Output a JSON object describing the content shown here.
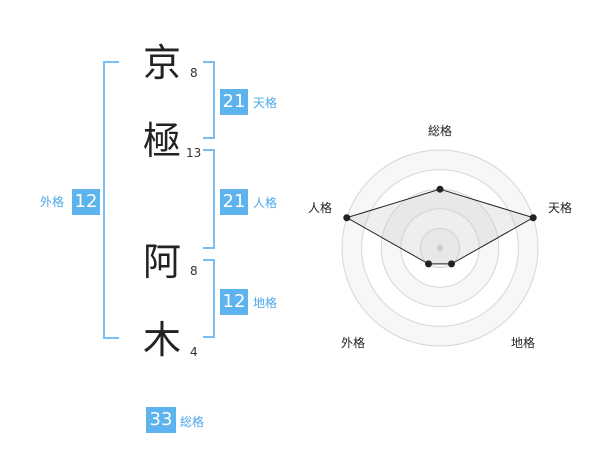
{
  "name": {
    "characters": [
      {
        "char": "京",
        "strokes": "8"
      },
      {
        "char": "極",
        "strokes": "13"
      },
      {
        "char": "阿",
        "strokes": "8"
      },
      {
        "char": "木",
        "strokes": "4"
      }
    ]
  },
  "fortune": {
    "ten": {
      "label": "天格",
      "value": "21"
    },
    "jin": {
      "label": "人格",
      "value": "21"
    },
    "chi": {
      "label": "地格",
      "value": "12"
    },
    "gai": {
      "label": "外格",
      "value": "12"
    },
    "sou": {
      "label": "総格",
      "value": "33"
    }
  },
  "radar": {
    "labels": {
      "top": "総格",
      "right": "天格",
      "bottom_right": "地格",
      "bottom_left": "外格",
      "left": "人格"
    },
    "levels": 5,
    "values": {
      "sou": 3,
      "ten": 5,
      "chi": 1,
      "gai": 1,
      "jin": 5
    }
  },
  "colors": {
    "accent": "#5cb3ee",
    "bracket": "#79bff1",
    "label": "#4aa8ea"
  }
}
